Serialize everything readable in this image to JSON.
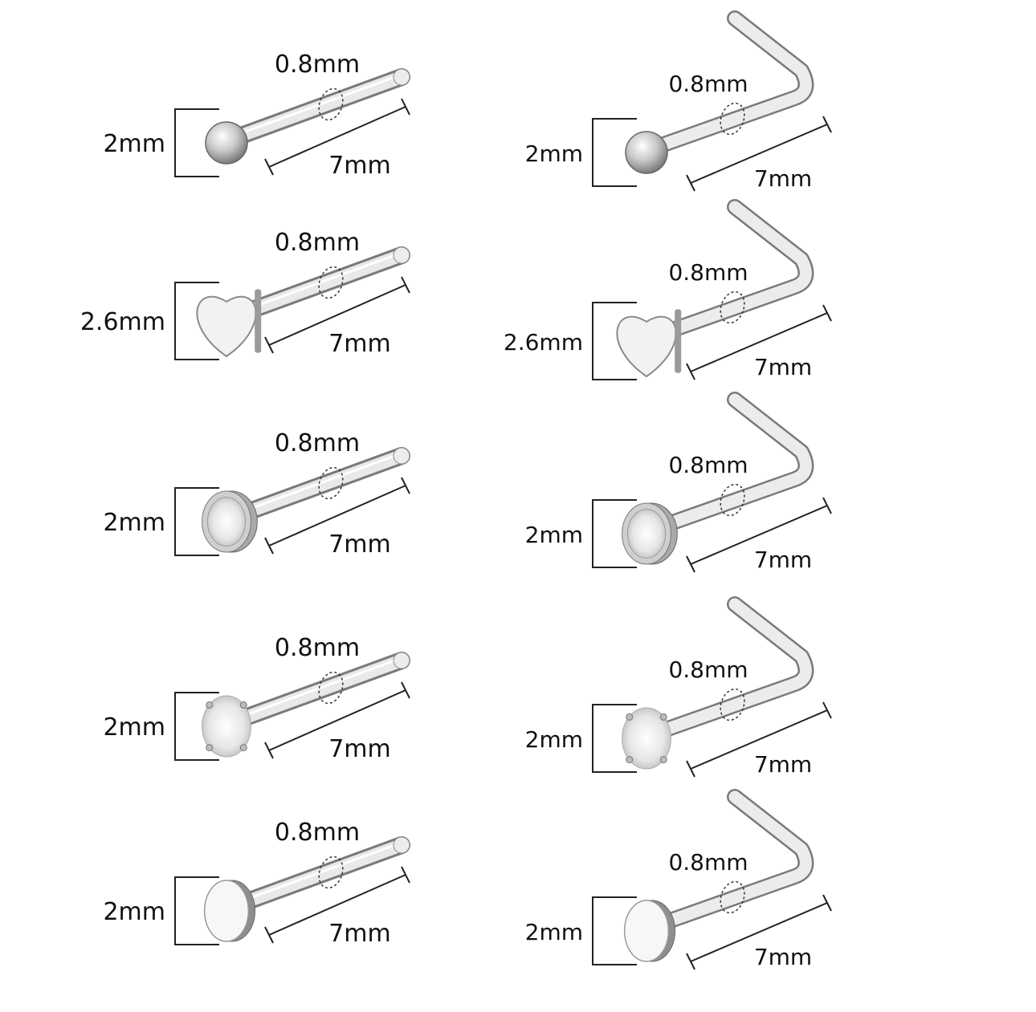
{
  "columns": [
    {
      "style": "straight",
      "items": [
        {
          "head": "ball-head-icon",
          "diameter": "2mm",
          "gauge": "0.8mm",
          "length": "7mm"
        },
        {
          "head": "heart-head-icon",
          "diameter": "2.6mm",
          "gauge": "0.8mm",
          "length": "7mm"
        },
        {
          "head": "bezel-crystal-head-icon",
          "diameter": "2mm",
          "gauge": "0.8mm",
          "length": "7mm"
        },
        {
          "head": "prong-crystal-head-icon",
          "diameter": "2mm",
          "gauge": "0.8mm",
          "length": "7mm"
        },
        {
          "head": "flat-disc-head-icon",
          "diameter": "2mm",
          "gauge": "0.8mm",
          "length": "7mm"
        }
      ]
    },
    {
      "style": "L-shaped",
      "items": [
        {
          "head": "ball-head-icon",
          "diameter": "2mm",
          "gauge": "0.8mm",
          "length": "7mm"
        },
        {
          "head": "heart-head-icon",
          "diameter": "2.6mm",
          "gauge": "0.8mm",
          "length": "7mm"
        },
        {
          "head": "bezel-crystal-head-icon",
          "diameter": "2mm",
          "gauge": "0.8mm",
          "length": "7mm"
        },
        {
          "head": "prong-crystal-head-icon",
          "diameter": "2mm",
          "gauge": "0.8mm",
          "length": "7mm"
        },
        {
          "head": "flat-disc-head-icon",
          "diameter": "2mm",
          "gauge": "0.8mm",
          "length": "7mm"
        }
      ]
    }
  ],
  "colors": {
    "metal_light": "#f4f4f4",
    "metal_dark": "#8a8a8a",
    "line": "#222222"
  }
}
